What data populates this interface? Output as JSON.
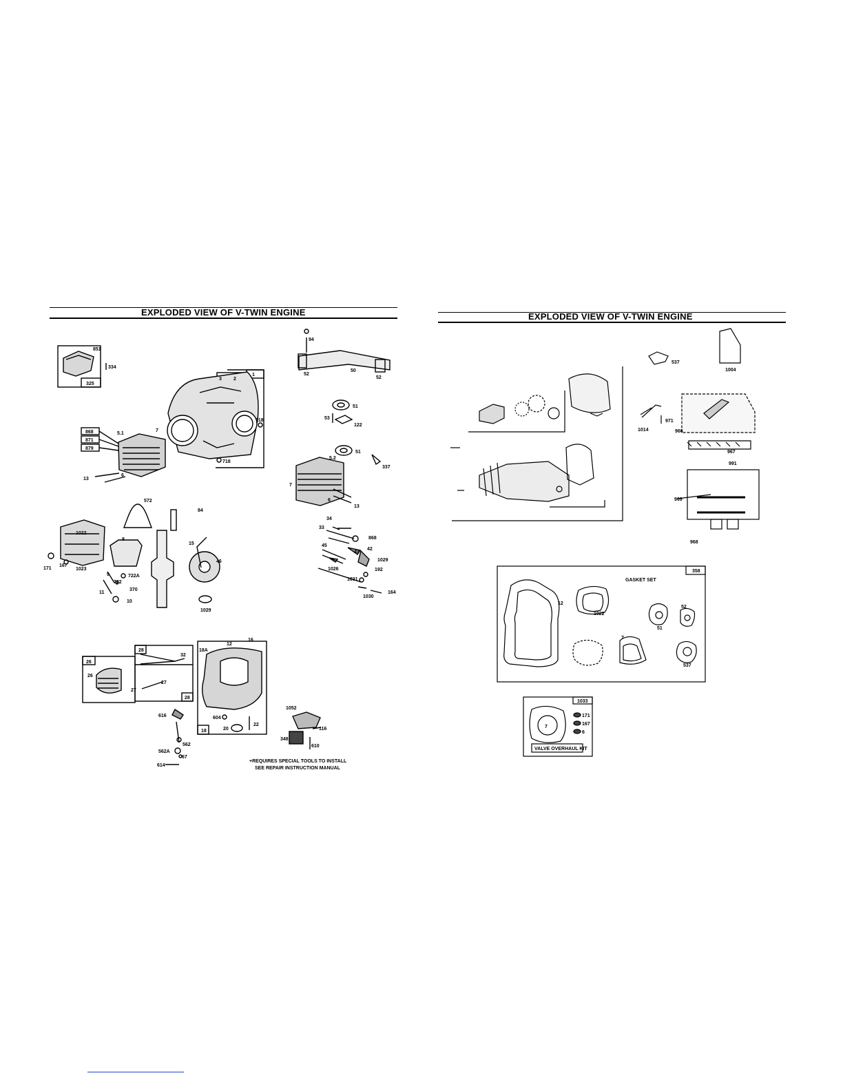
{
  "left_page": {
    "title": "EXPLODED VIEW OF V-TWIN ENGINE",
    "note_line1": "+REQUIRES SPECIAL TOOLS TO INSTALL",
    "note_line2": "SEE REPAIR INSTRUCTION MANUAL",
    "parts": {
      "p851": "851",
      "p334": "334",
      "p325": "325",
      "p3": "3",
      "p2": "2",
      "p1": "1",
      "p718a": "718",
      "p718b": "718",
      "p868": "868",
      "p871": "871",
      "p879": "879",
      "p5_1": "5.1",
      "p7a": "7",
      "p13a": "13",
      "p6a": "6",
      "p94": "94",
      "p52a": "52",
      "p50": "50",
      "p52b": "52",
      "p51a": "51",
      "p53": "53",
      "p122": "122",
      "p51b": "51",
      "p337": "337",
      "p5_2": "5.2",
      "p7b": "7",
      "p6b": "6",
      "p13b": "13",
      "p572": "572",
      "p84": "84",
      "p1022": "1022",
      "p171": "171",
      "p167": "167",
      "p1023": "1023",
      "p8": "8",
      "p722a": "722A",
      "p722": "722",
      "p370": "370",
      "p11": "11",
      "p10": "10",
      "p9": "9",
      "p15": "15",
      "p46": "46",
      "p1029b": "1029",
      "p34": "34",
      "p33": "33",
      "p868b": "868",
      "p45": "45",
      "p43": "43",
      "p42": "42",
      "p1029": "1029",
      "p1026": "1026",
      "p192": "192",
      "p1031": "1031",
      "p164": "164",
      "p1030": "1030",
      "p26a": "26",
      "p26b": "26",
      "p28": "28",
      "p32": "32",
      "p27a": "27",
      "p27b": "27",
      "p28b": "28",
      "p16": "16",
      "p12": "12",
      "p18a": "18A",
      "p18": "18",
      "p604": "604",
      "p20": "20",
      "p22": "22",
      "p616": "616",
      "p562": "562",
      "p562a": "562A",
      "p67": "67",
      "p614": "614",
      "p1052": "1052",
      "p116": "116",
      "p348": "348",
      "p610": "610"
    }
  },
  "right_page": {
    "title": "EXPLODED VIEW OF V-TWIN ENGINE",
    "parts": {
      "p537a": "537",
      "p1004": "1004",
      "p971": "971",
      "p1014": "1014",
      "p966": "966",
      "p967": "967",
      "p991": "991",
      "p969": "969",
      "p968": "968",
      "p358": "358",
      "gasket_set": "GASKET SET",
      "g12": "12",
      "g1022": "1022",
      "g51": "51",
      "g52": "52",
      "g537": "537",
      "g7": "7",
      "p1033": "1033",
      "v171": "171",
      "v167": "167",
      "v6": "6",
      "v7": "7",
      "valve_kit": "VALVE OVERHAUL KIT"
    }
  }
}
